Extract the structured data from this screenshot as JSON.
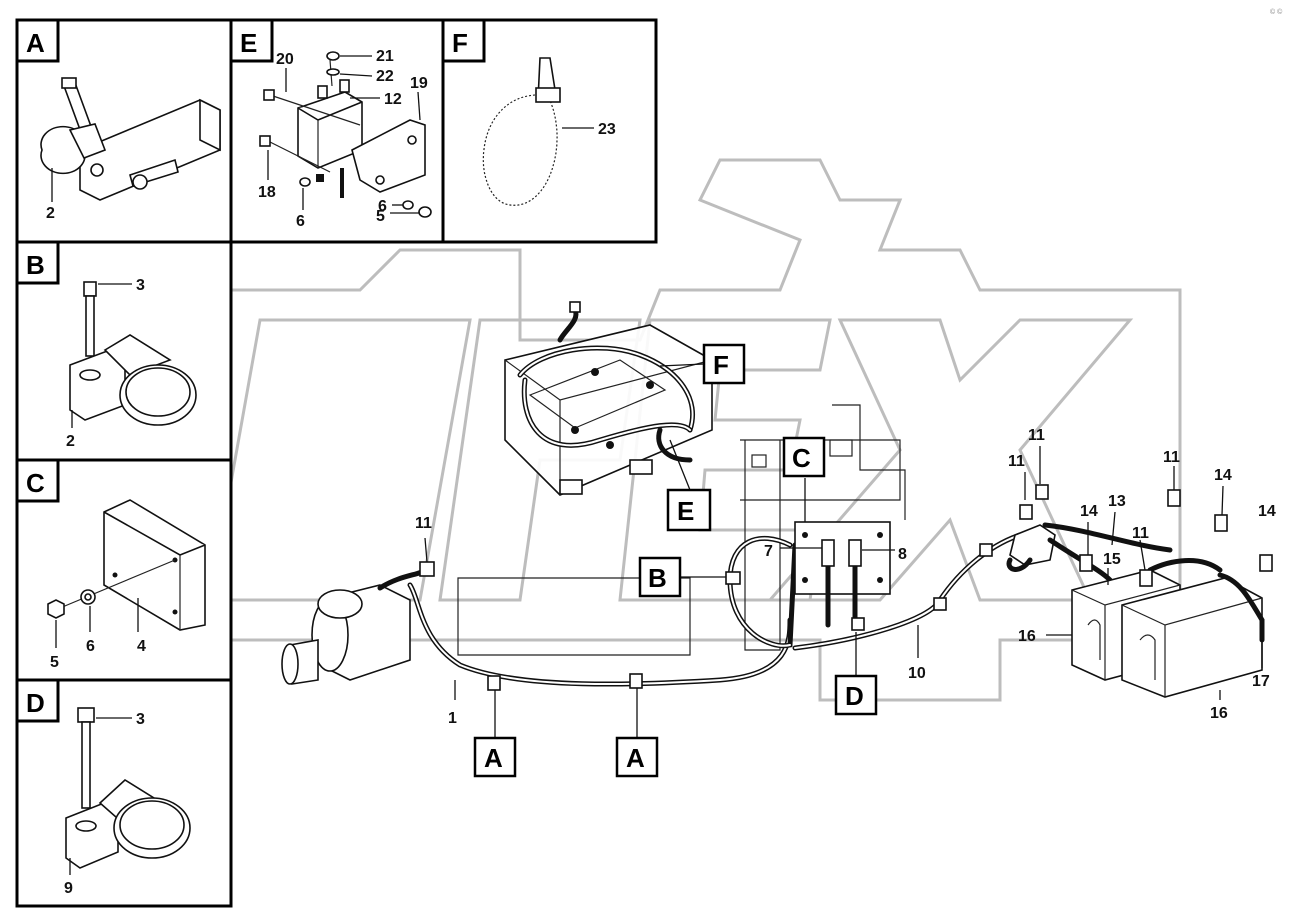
{
  "watermark": "OPEX",
  "corner_mark": "© ©",
  "panels": [
    {
      "letter": "A",
      "labels": [
        "2"
      ]
    },
    {
      "letter": "B",
      "labels": [
        "3",
        "2"
      ]
    },
    {
      "letter": "C",
      "labels": [
        "5",
        "6",
        "4"
      ]
    },
    {
      "letter": "D",
      "labels": [
        "3",
        "9"
      ]
    },
    {
      "letter": "E",
      "labels": [
        "20",
        "21",
        "22",
        "12",
        "19",
        "18",
        "6",
        "6",
        "5"
      ]
    },
    {
      "letter": "F",
      "labels": [
        "23"
      ]
    }
  ],
  "main_tags": [
    "F",
    "E",
    "C",
    "B",
    "A",
    "A",
    "D"
  ],
  "main_numbers": [
    "11",
    "1",
    "7",
    "8",
    "11",
    "11",
    "11",
    "13",
    "11",
    "14",
    "14",
    "15",
    "16",
    "16",
    "17",
    "10"
  ],
  "colors": {
    "line": "#111111",
    "watermark": "#bdbdbd",
    "background": "#ffffff"
  }
}
